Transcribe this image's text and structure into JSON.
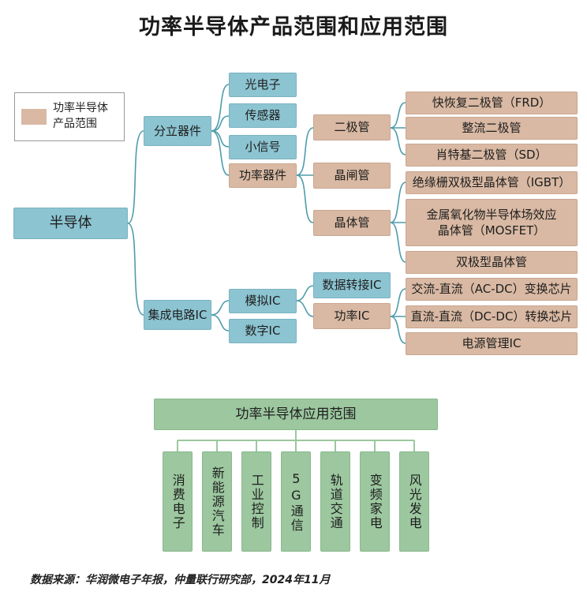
{
  "title": "功率半导体产品范围和应用范围",
  "legend": {
    "label": "功率半导体\n产品范围",
    "color": "#d9b9a3"
  },
  "colors": {
    "general": "#8cc4d1",
    "power": "#d9b9a3",
    "application": "#9cc79f",
    "line": "#4e9cab",
    "app_line": "#9cc79f"
  },
  "tree": {
    "root": "半导体",
    "discrete": "分立器件",
    "ic": "集成电路IC",
    "discrete_children": [
      "光电子",
      "传感器",
      "小信号",
      "功率器件"
    ],
    "power_device_children": [
      "二极管",
      "晶闸管",
      "晶体管"
    ],
    "diodes": [
      "快恢复二极管（FRD）",
      "整流二极管",
      "肖特基二极管（SD）"
    ],
    "transistors": [
      "绝缘栅双极型晶体管（IGBT）",
      "金属氧化物半导体场效应\n晶体管（MOSFET）",
      "双极型晶体管"
    ],
    "ic_children": [
      "模拟IC",
      "数字IC"
    ],
    "analog_children": [
      "数据转接IC",
      "功率IC"
    ],
    "power_ic_children": [
      "交流-直流（AC-DC）变换芯片",
      "直流-直流（DC-DC）转换芯片",
      "电源管理IC"
    ]
  },
  "applications": {
    "header": "功率半导体应用范围",
    "items": [
      "消费电子",
      "新能源汽车",
      "工业控制",
      "5G通信",
      "轨道交通",
      "变频家电",
      "风光发电"
    ]
  },
  "source": "数据来源：华润微电子年报，仲量联行研究部，2024年11月"
}
